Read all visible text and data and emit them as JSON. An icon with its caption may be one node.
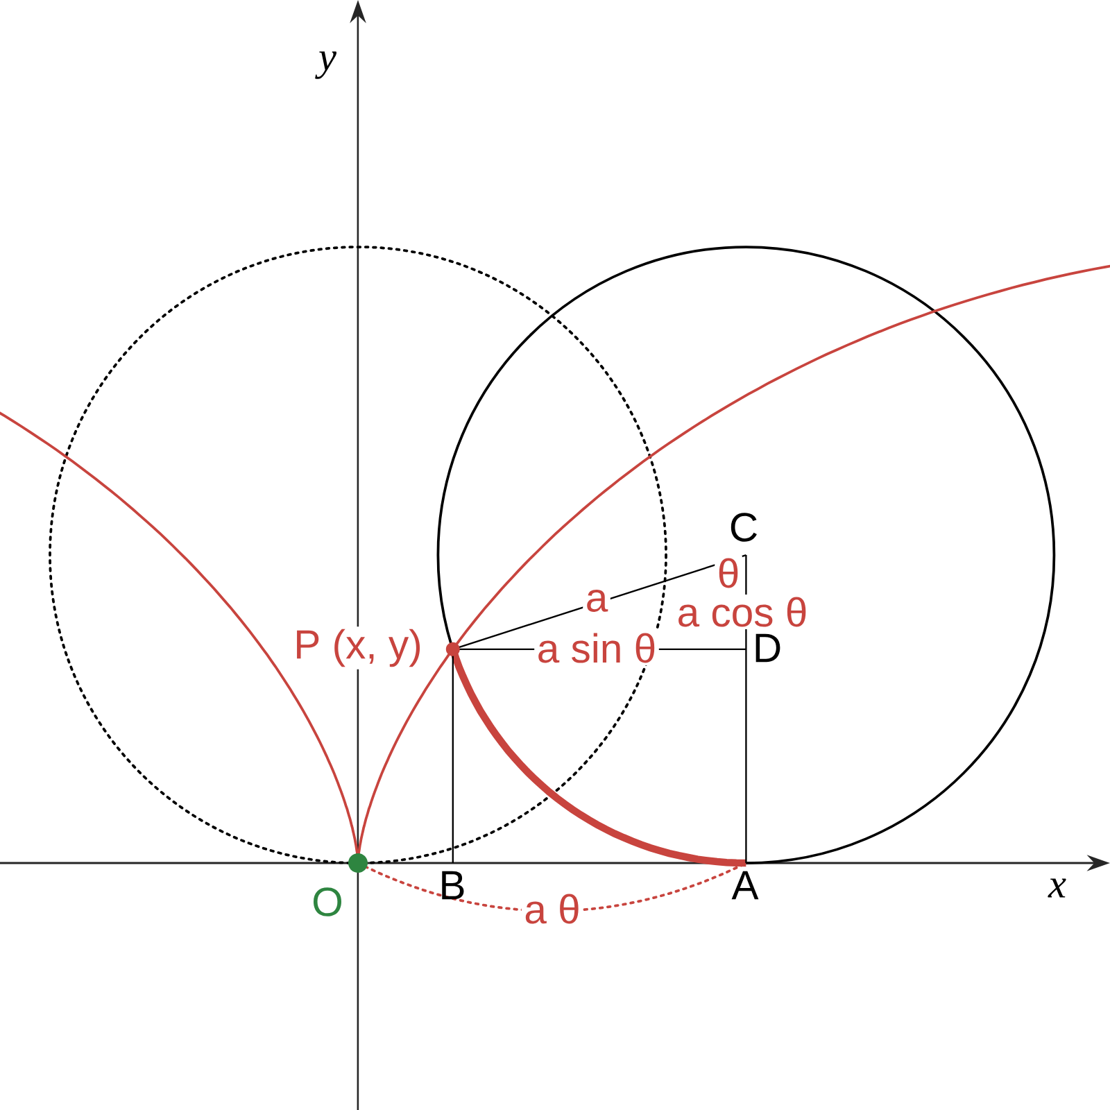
{
  "diagram": {
    "labels": [
      "y",
      "C",
      "θ",
      "a",
      "a cos θ",
      "P (x, y)",
      "a sin θ",
      "D",
      "x",
      "O",
      "B",
      "A",
      "a θ"
    ]
  }
}
